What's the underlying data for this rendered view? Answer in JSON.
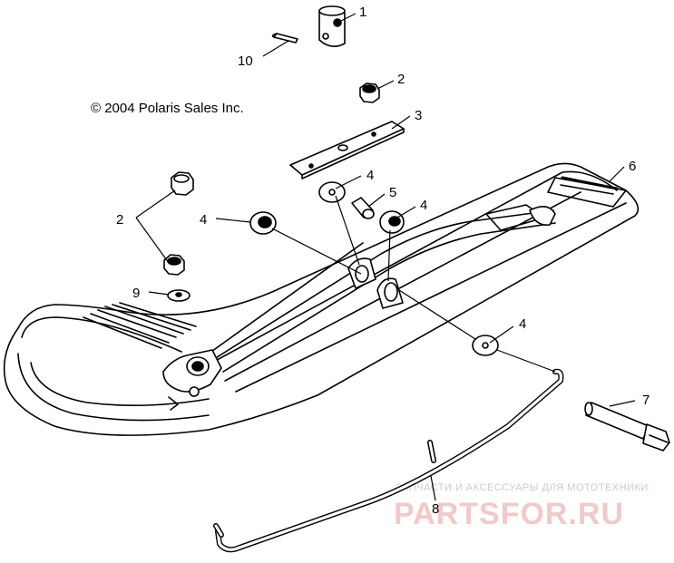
{
  "copyright": "© 2004 Polaris Sales Inc.",
  "callouts": {
    "c1": "1",
    "c2a": "2",
    "c2b": "2",
    "c3": "3",
    "c4a": "4",
    "c4b": "4",
    "c4c": "4",
    "c4d": "4",
    "c5": "5",
    "c6": "6",
    "c7": "7",
    "c8": "8",
    "c9": "9",
    "c10": "10"
  },
  "watermark": {
    "tagline": "ЗАПЧАСТИ И АКСЕССУАРЫ ДЛЯ МОТОТЕХНИКИ",
    "brand": "PARTSFOR.RU"
  },
  "colors": {
    "line": "#000000",
    "background": "#ffffff",
    "watermark": "#f2c9c9"
  }
}
